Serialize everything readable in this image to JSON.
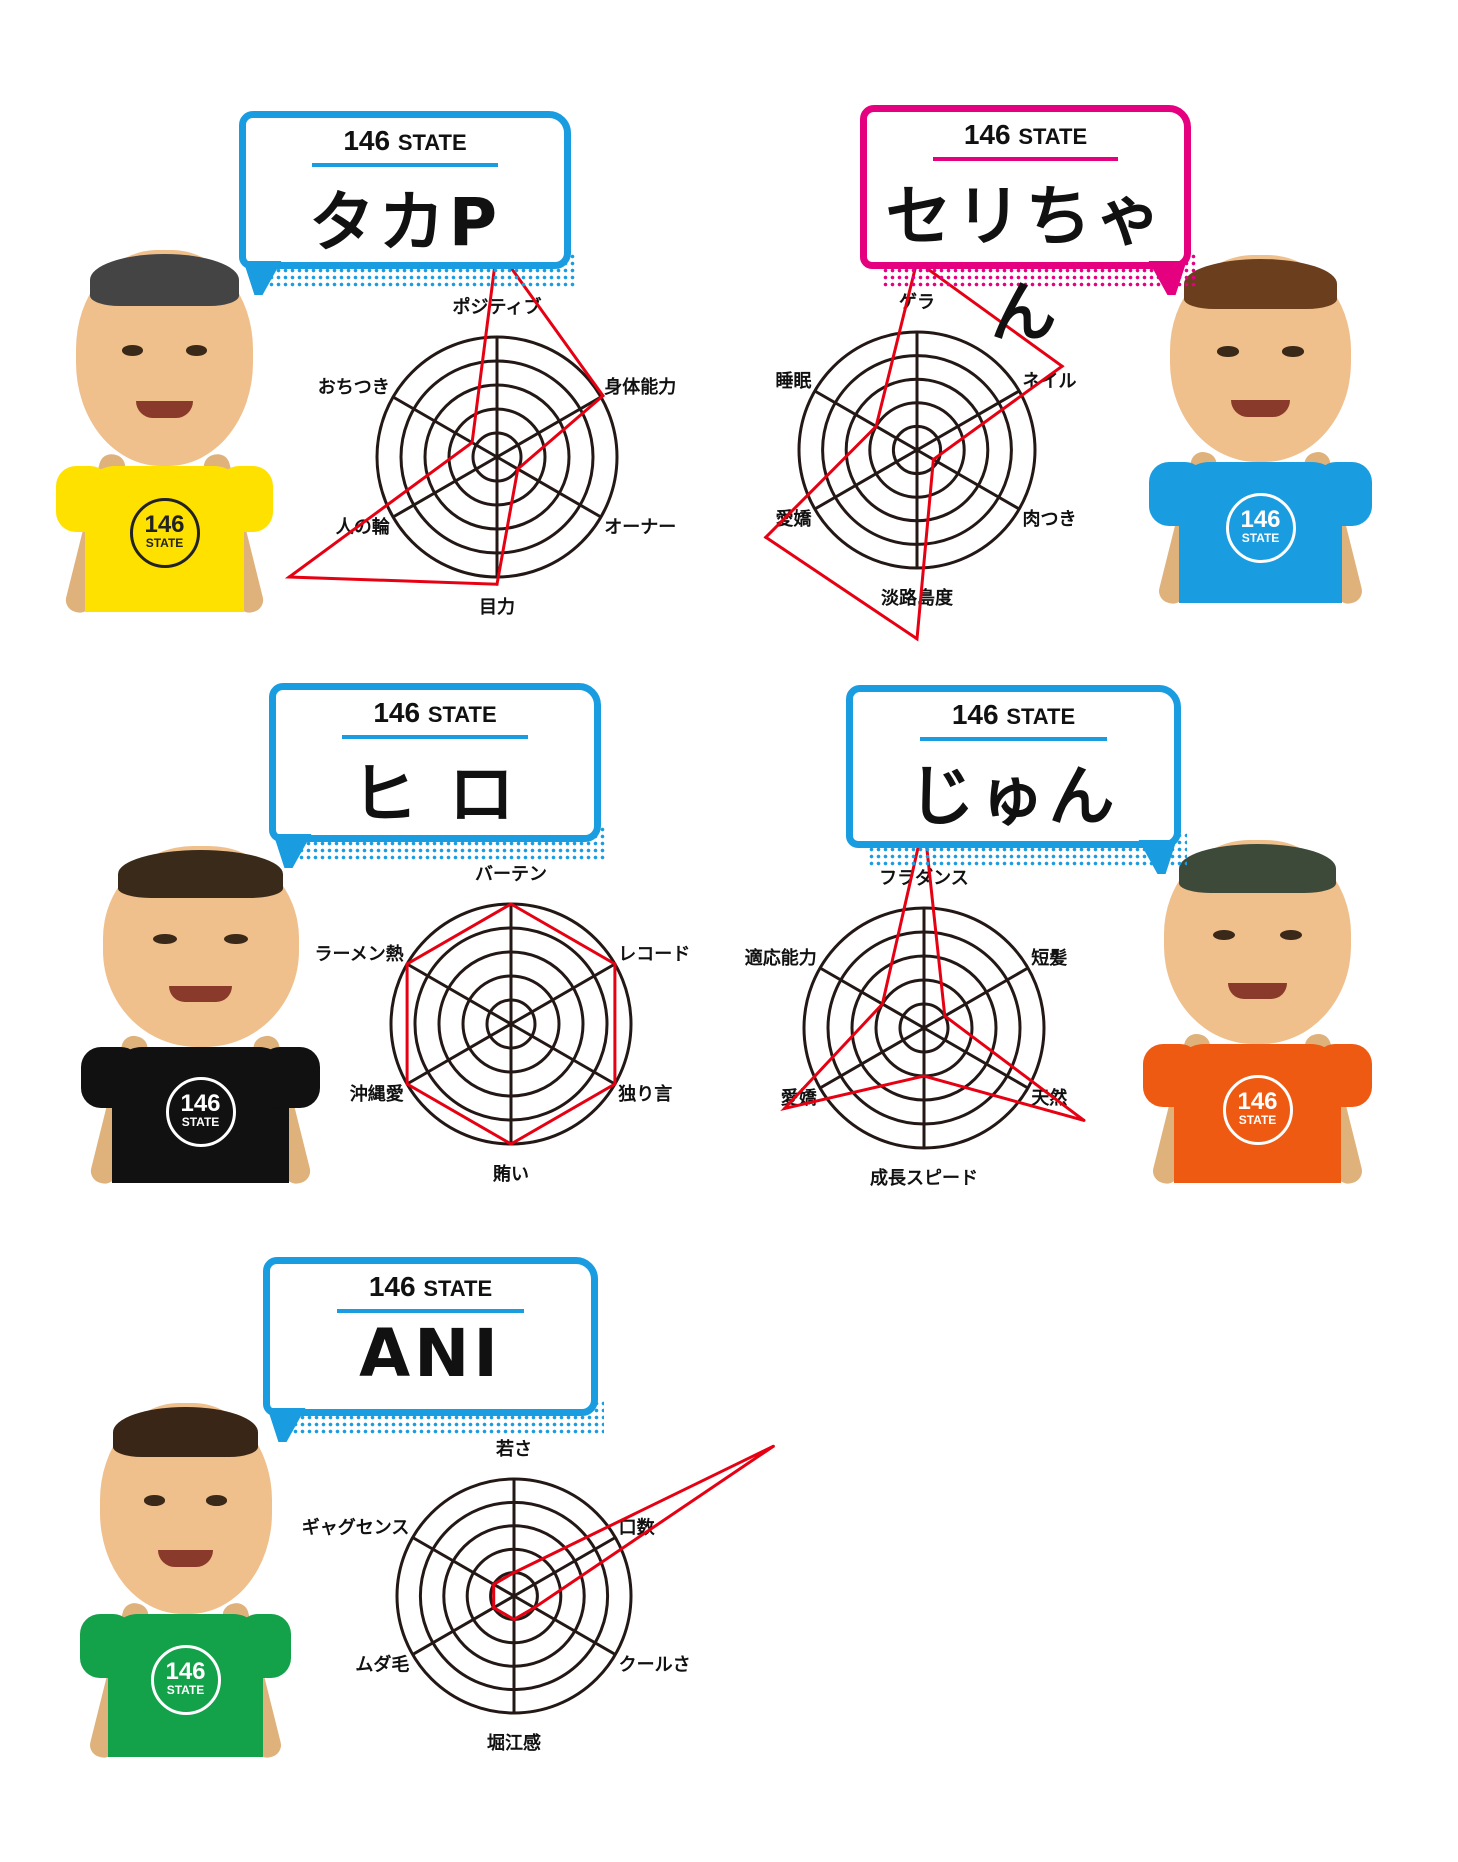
{
  "brand": {
    "num": "146",
    "word": "STATE"
  },
  "colors": {
    "blue": "#1a9de0",
    "pink": "#e4007f",
    "radar_line": "#e60012",
    "grid": "#231815"
  },
  "members": [
    {
      "name": "タカP",
      "bubble_color": "#1a9de0",
      "shirt_color": "#ffe100",
      "hair_color": "#444",
      "logo_fg": "#222",
      "chart": {
        "type": "radar",
        "max": 5,
        "rings": 5,
        "axes": [
          "ポジティブ",
          "身体能力",
          "オーナー",
          "目力",
          "人の輪",
          "おちつき"
        ],
        "values": [
          8.7,
          5.1,
          1.0,
          5.3,
          10.0,
          1.2
        ]
      }
    },
    {
      "name": "セリちゃん",
      "bubble_color": "#e4007f",
      "shirt_color": "#1a9de0",
      "hair_color": "#6b3f1e",
      "logo_fg": "#fff",
      "chart": {
        "type": "radar",
        "max": 5,
        "rings": 5,
        "axes": [
          "ゲラ",
          "ネイル",
          "肉つき",
          "淡路島度",
          "愛嬌",
          "睡眠"
        ],
        "values": [
          8.0,
          7.1,
          0.8,
          8.0,
          7.4,
          2.0
        ]
      }
    },
    {
      "name": "ヒ ロ",
      "bubble_color": "#1a9de0",
      "shirt_color": "#111111",
      "hair_color": "#3a2a1a",
      "logo_fg": "#fff",
      "chart": {
        "type": "radar",
        "max": 5,
        "rings": 5,
        "axes": [
          "バーテン",
          "レコード",
          "独り言",
          "賄い",
          "沖縄愛",
          "ラーメン熱"
        ],
        "values": [
          5,
          5,
          5,
          5,
          5,
          5
        ]
      }
    },
    {
      "name": "じゅん",
      "bubble_color": "#1a9de0",
      "shirt_color": "#ee5a12",
      "hair_color": "#3d4a3a",
      "logo_fg": "#fff",
      "chart": {
        "type": "radar",
        "max": 5,
        "rings": 5,
        "axes": [
          "フラダンス",
          "短髪",
          "天然",
          "成長スピード",
          "愛嬌",
          "適応能力"
        ],
        "values": [
          8.6,
          1.0,
          7.7,
          2.0,
          6.7,
          2.0
        ]
      }
    },
    {
      "name": "ANI",
      "bubble_color": "#1a9de0",
      "shirt_color": "#13a14a",
      "hair_color": "#3a2616",
      "logo_fg": "#fff",
      "chart": {
        "type": "radar",
        "max": 5,
        "rings": 5,
        "axes": [
          "若さ",
          "口数",
          "クールさ",
          "堀江感",
          "ムダ毛",
          "ギャグセンス"
        ],
        "values": [
          1.0,
          12.8,
          1.0,
          1.0,
          1.0,
          1.0
        ]
      }
    }
  ]
}
